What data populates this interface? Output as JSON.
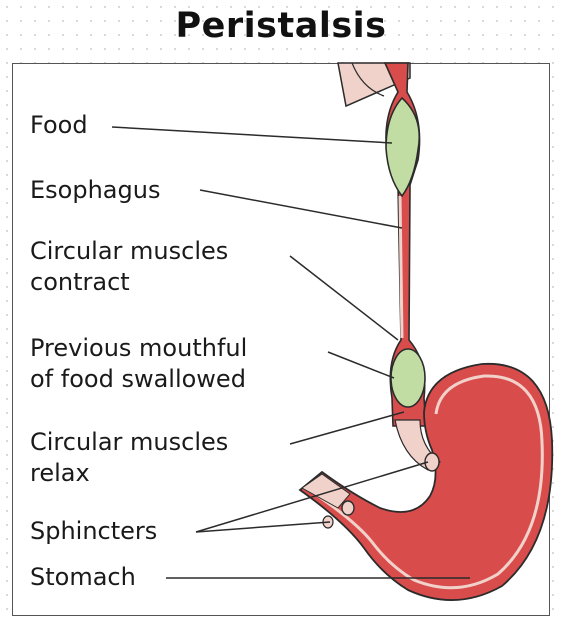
{
  "title": "Peristalsis",
  "labels": {
    "food": "Food",
    "esophagus": "Esophagus",
    "circular_contract": "Circular muscles\ncontract",
    "previous_mouthful": "Previous mouthful\nof food swallowed",
    "circular_relax": "Circular muscles\nrelax",
    "sphincters": "Sphincters",
    "stomach": "Stomach"
  },
  "colors": {
    "muscle": "#d94c4c",
    "lining": "#f1d2cb",
    "food_bolus": "#c2dda4",
    "outline": "#2b2b2b"
  }
}
